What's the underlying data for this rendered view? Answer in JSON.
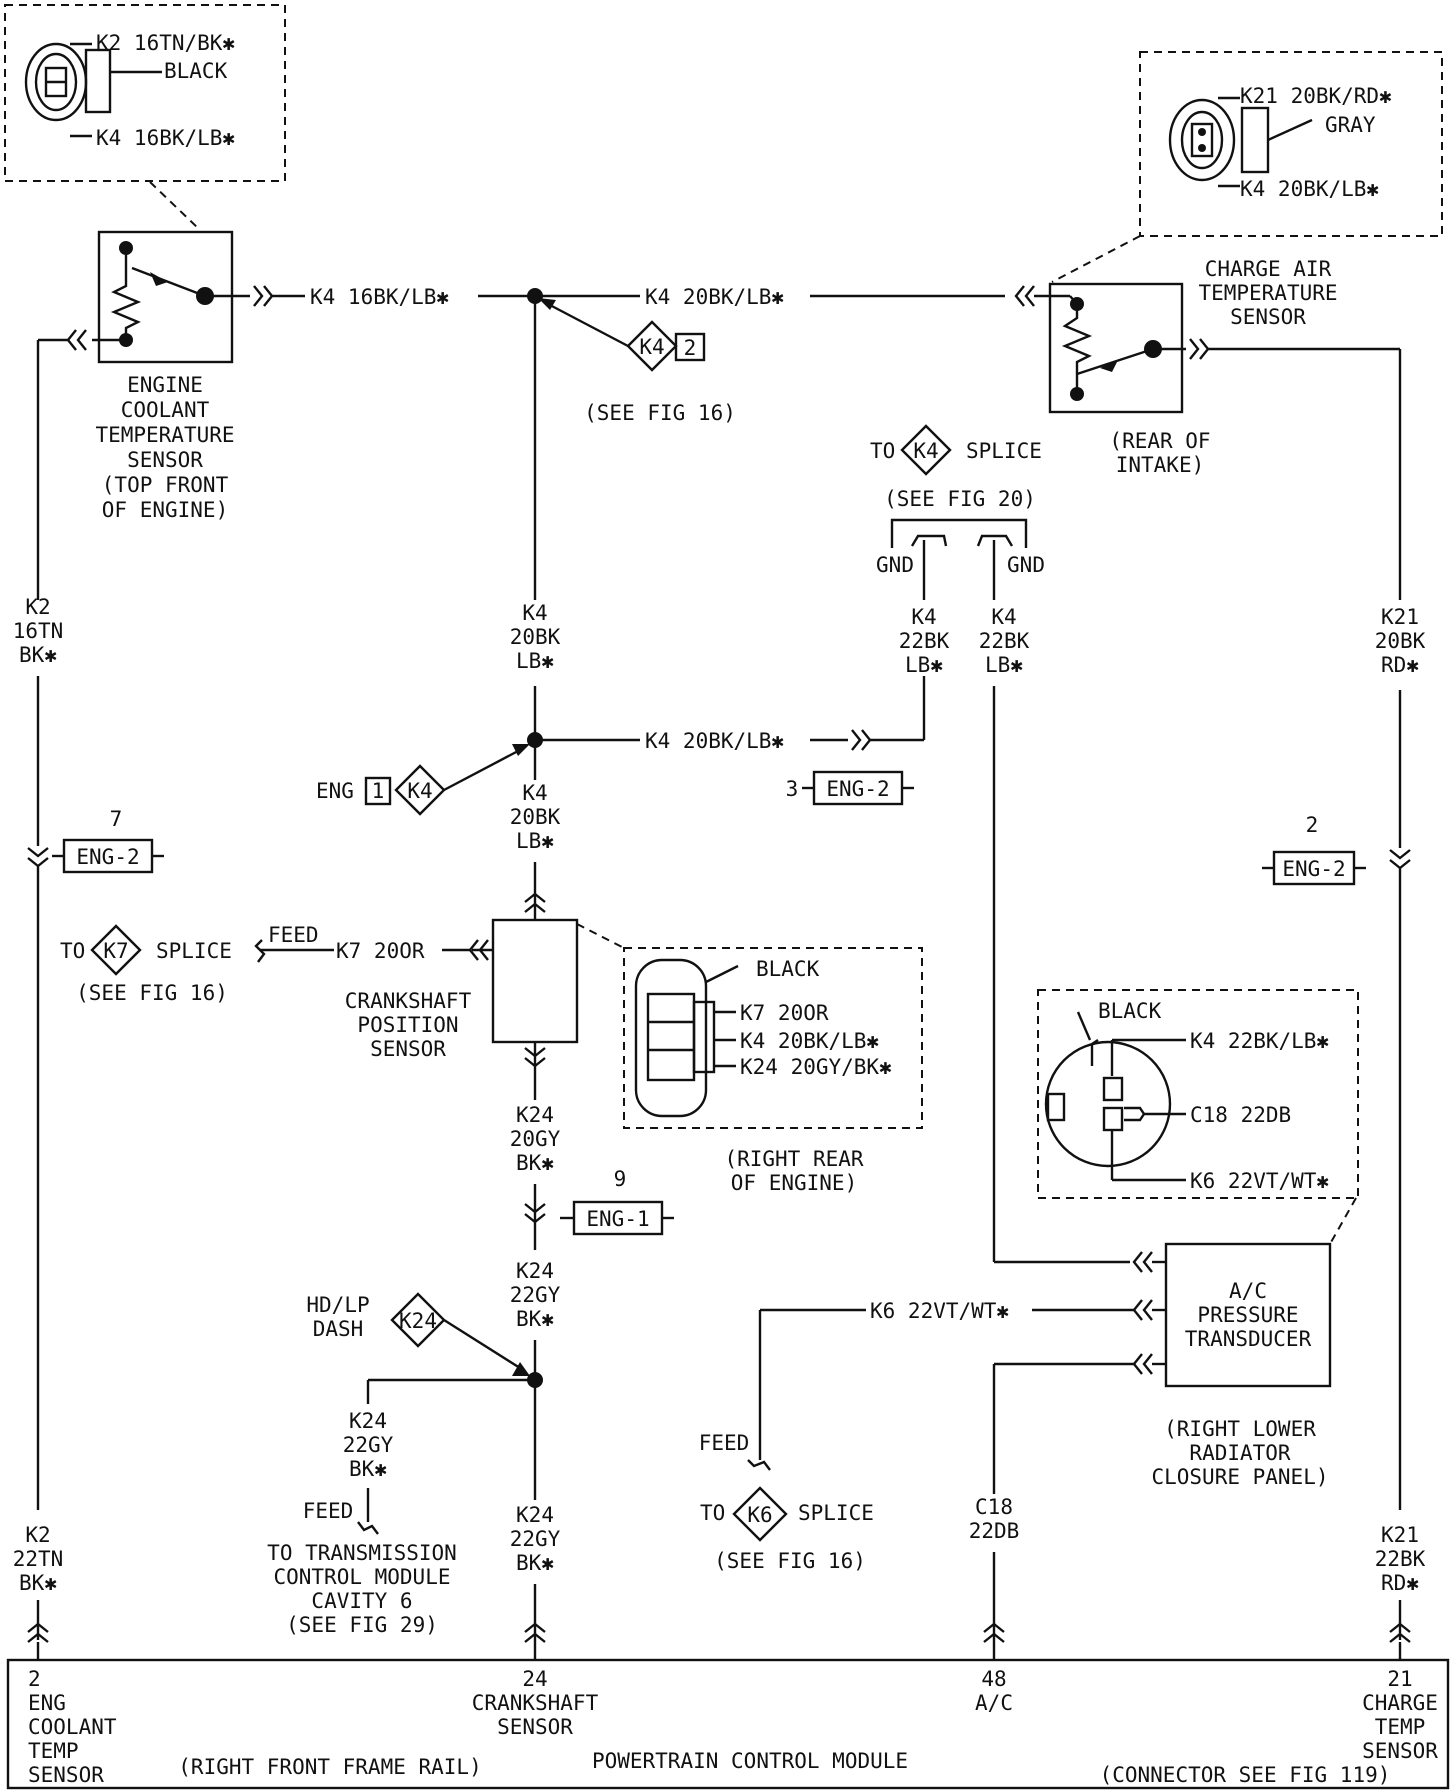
{
  "ect_connector": {
    "k2": "K2 16TN/BK✱",
    "color": "BLACK",
    "k4": "K4 16BK/LB✱"
  },
  "cat_connector": {
    "k21": "K21 20BK/RD✱",
    "color": "GRAY",
    "k4": "K4 20BK/LB✱"
  },
  "ect_sensor": {
    "lines": [
      "ENGINE",
      "COOLANT",
      "TEMPERATURE",
      "SENSOR",
      "(TOP FRONT",
      "OF ENGINE)"
    ]
  },
  "cat_sensor": {
    "lines": [
      "CHARGE AIR",
      "TEMPERATURE",
      "SENSOR"
    ],
    "loc": [
      "(REAR OF",
      "INTAKE)"
    ]
  },
  "wires": {
    "k4_16": "K4 16BK/LB✱",
    "k4_20_top": "K4 20BK/LB✱",
    "k4_mid": "K4 20BK/LB✱",
    "k4_v1": [
      "K4",
      "20BK",
      "LB✱"
    ],
    "k4_v2": [
      "K4",
      "20BK",
      "LB✱"
    ],
    "k4_gnd_a": [
      "K4",
      "22BK",
      "LB✱"
    ],
    "k4_gnd_b": [
      "K4",
      "22BK",
      "LB✱"
    ],
    "k2_top": [
      "K2",
      "16TN",
      "BK✱"
    ],
    "k2_bottom": [
      "K2",
      "22TN",
      "BK✱"
    ],
    "k21_top": [
      "K21",
      "20BK",
      "RD✱"
    ],
    "k21_bottom": [
      "K21",
      "22BK",
      "RD✱"
    ],
    "k24_a": [
      "K24",
      "20GY",
      "BK✱"
    ],
    "k24_b": [
      "K24",
      "22GY",
      "BK✱"
    ],
    "k24_c": [
      "K24",
      "22GY",
      "BK✱"
    ],
    "k24_d": [
      "K24",
      "22GY",
      "BK✱"
    ],
    "k7": "K7 20OR",
    "k6": "K6 22VT/WT✱",
    "c18": [
      "C18",
      "22DB"
    ]
  },
  "refs": {
    "k4_diamond": "K4",
    "k4_num": "2",
    "see16a": "(SEE FIG 16)",
    "to": "TO",
    "splice": "SPLICE",
    "see20": "(SEE FIG 20)",
    "gnd": "GND",
    "eng": "ENG",
    "eng_num": "1",
    "k7_diamond": "K7",
    "feed": "FEED",
    "see16b": "(SEE FIG 16)",
    "hd_lp": "HD/LP",
    "dash": "DASH",
    "k24_diamond": "K24",
    "tcm": [
      "TO TRANSMISSION",
      "CONTROL MODULE",
      "CAVITY 6",
      "(SEE FIG 29)"
    ],
    "k6_diamond": "K6",
    "see16c": "(SEE FIG 16)"
  },
  "connectors": {
    "eng2_a": {
      "num": "7",
      "label": "ENG-2"
    },
    "eng2_b": {
      "num": "3",
      "label": "ENG-2"
    },
    "eng2_c": {
      "num": "2",
      "label": "ENG-2"
    },
    "eng1": {
      "num": "9",
      "label": "ENG-1"
    }
  },
  "ckp_sensor": {
    "lines": [
      "CRANKSHAFT",
      "POSITION",
      "SENSOR"
    ]
  },
  "ckp_connector": {
    "color": "BLACK",
    "pins": [
      "K7 20OR",
      "K4 20BK/LB✱",
      "K24 20GY/BK✱"
    ],
    "loc": [
      "(RIGHT REAR",
      "OF ENGINE)"
    ]
  },
  "ac_connector": {
    "color": "BLACK",
    "pins": [
      "K4 22BK/LB✱",
      "C18 22DB",
      "K6 22VT/WT✱"
    ]
  },
  "ac_transducer": {
    "lines": [
      "A/C",
      "PRESSURE",
      "TRANSDUCER"
    ],
    "loc": [
      "(RIGHT LOWER",
      "RADIATOR",
      "CLOSURE PANEL)"
    ]
  },
  "pcm": {
    "name": "POWERTRAIN CONTROL MODULE",
    "loc": "(RIGHT FRONT FRAME RAIL)",
    "conn": "(CONNECTOR SEE FIG 119)",
    "pin2": [
      "2",
      "ENG",
      "COOLANT",
      "TEMP",
      "SENSOR"
    ],
    "pin24": [
      "24",
      "CRANKSHAFT",
      "SENSOR"
    ],
    "pin48": [
      "48",
      "A/C"
    ],
    "pin21": [
      "21",
      "CHARGE",
      "TEMP",
      "SENSOR"
    ]
  }
}
